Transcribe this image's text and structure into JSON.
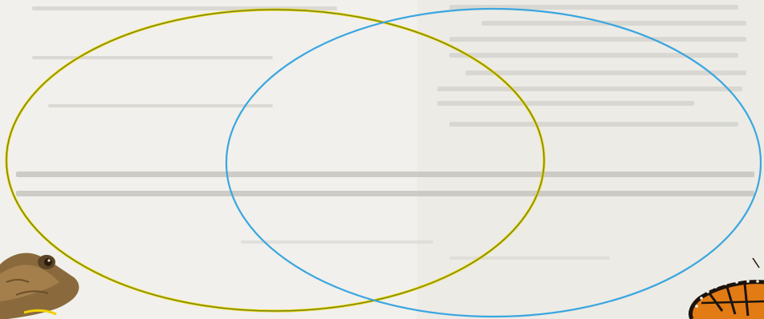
{
  "diagram": {
    "type": "venn",
    "sets": [
      {
        "id": "left",
        "label": "",
        "outline_color": "#6e8a1e",
        "outline_accent": "#f2d000"
      },
      {
        "id": "right",
        "label": "",
        "outline_color": "#3aa6df"
      }
    ],
    "regions": {
      "left_only": "",
      "overlap": "",
      "right_only": ""
    }
  },
  "illustrations": [
    {
      "id": "frog",
      "icon": "frog-icon"
    },
    {
      "id": "butterfly",
      "icon": "butterfly-icon"
    }
  ],
  "background": {
    "paper_color": "#efeeea",
    "faded_text_color": "#c9c8c2"
  }
}
